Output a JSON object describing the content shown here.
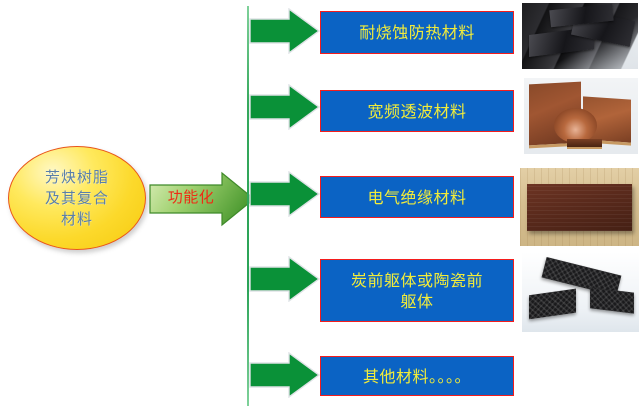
{
  "diagram": {
    "type": "flow-branch-diagram",
    "source": {
      "name": "source-node",
      "lines": [
        "芳炔树脂",
        "及其复合",
        "材料"
      ],
      "fill_color": "#ffe95e",
      "border_color": "#e8551a",
      "text_color": "#5a7fa8"
    },
    "process_arrow": {
      "name": "functionalization-arrow",
      "label": "功能化",
      "label_color": "#ef2b14",
      "fill_start": "#cfe8a4",
      "fill_end": "#5aa83a"
    },
    "connector": {
      "name": "vertical-stem",
      "color": "#2aa357"
    },
    "branch_arrow_color": "#0a9138",
    "box_fill_color": "#0b63c4",
    "box_border_color": "#f41c1c",
    "box_text_color": "#f2ec3a",
    "branches": [
      {
        "id": 1,
        "label_lines": [
          "耐烧蚀防热材料"
        ],
        "photo_caption": "dark-black-composite-panels"
      },
      {
        "id": 2,
        "label_lines": [
          "宽频透波材料"
        ],
        "photo_caption": "brown-panels-and-disc"
      },
      {
        "id": 3,
        "label_lines": [
          "电气绝缘材料"
        ],
        "photo_caption": "brown-laminate-sheet-on-wood"
      },
      {
        "id": 4,
        "label_lines": [
          "炭前躯体或陶瓷前",
          "躯体"
        ],
        "photo_caption": "black-woven-composite-blocks"
      },
      {
        "id": 5,
        "label_lines": [
          "其他材料。。。。"
        ],
        "photo_caption": ""
      }
    ]
  }
}
